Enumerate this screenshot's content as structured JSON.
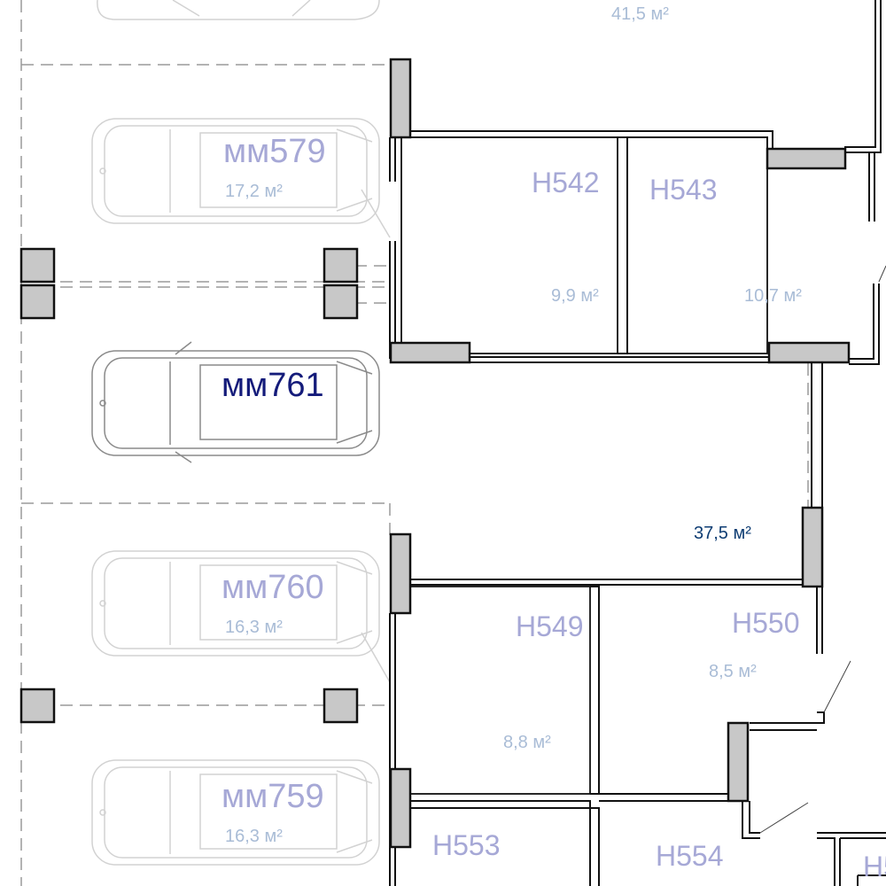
{
  "parking_spaces": [
    {
      "id": "mm579",
      "code": "мм579",
      "area": "17,2 м²",
      "active": false
    },
    {
      "id": "mm761",
      "code": "мм761",
      "area": "",
      "active": true
    },
    {
      "id": "mm760",
      "code": "мм760",
      "area": "16,3 м²",
      "active": false
    },
    {
      "id": "mm759",
      "code": "мм759",
      "area": "16,3 м²",
      "active": false
    }
  ],
  "rooms": [
    {
      "id": "h542",
      "code": "Н542",
      "area": "9,9 м²"
    },
    {
      "id": "h543",
      "code": "Н543",
      "area": "10,7 м²"
    },
    {
      "id": "h549",
      "code": "Н549",
      "area": "8,8 м²"
    },
    {
      "id": "h550",
      "code": "Н550",
      "area": "8,5 м²"
    },
    {
      "id": "h553",
      "code": "Н553",
      "area": ""
    },
    {
      "id": "h554",
      "code": "Н554",
      "area": ""
    },
    {
      "id": "h555",
      "code": "Н5",
      "area": ""
    }
  ],
  "corridor": {
    "area": "37,5 м²"
  },
  "top_room": {
    "area": "41,5 м²"
  },
  "colors": {
    "active_code": "#141b7a",
    "inactive_code": "#a6a8d6",
    "area_inactive": "#a9bcd6",
    "area_active": "#0e3d73",
    "column_fill": "#c8c8c8"
  }
}
